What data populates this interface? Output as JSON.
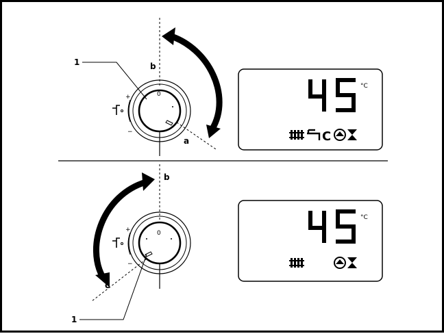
{
  "top_panel": {
    "callout_number": "1",
    "dial_zero": "0",
    "label_b": "b",
    "label_a": "a",
    "plus": "+",
    "minus": "−",
    "display": {
      "temperature": "45",
      "unit": "°C",
      "icons": [
        "radiator-icon",
        "tap-icon",
        "burner-c-icon",
        "pump-icon",
        "hourglass-icon"
      ]
    }
  },
  "bottom_panel": {
    "callout_number": "1",
    "dial_zero": "0",
    "label_b": "b",
    "label_c": "c",
    "plus": "+",
    "minus": "−",
    "display": {
      "temperature": "45",
      "unit": "°C",
      "icons": [
        "radiator-icon",
        "pump-icon",
        "hourglass-icon"
      ]
    }
  },
  "colors": {
    "ink": "#000000",
    "background": "#ffffff"
  }
}
